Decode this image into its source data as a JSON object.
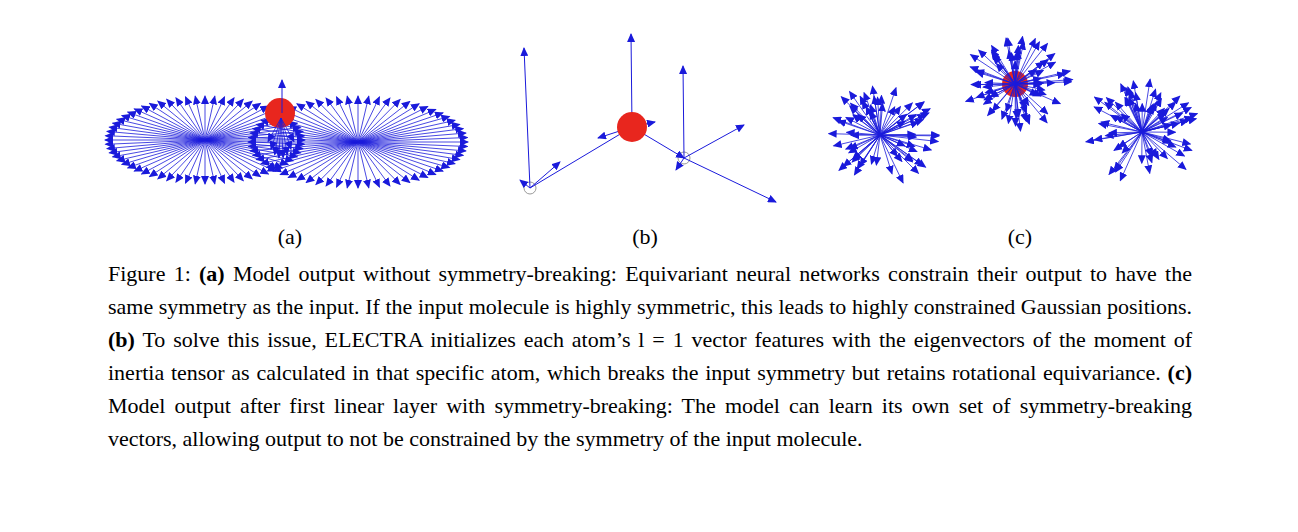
{
  "diagram": {
    "caption": "Figure 1: (a) Model output without symmetry-breaking: Equivariant neural networks constrain their output to have the same symmetry as the input. If the input molecule is highly symmetric, this leads to highly constrained Gaussian positions. (b) To solve this issue, ELECTRA initializes each atom’s l = 1 vector features with the eigenvectors of the moment of inertia tensor as calculated in that specific atom, which breaks the input symmetry but retains rotational equivariance. (c) Model output after first linear layer with symmetry-breaking: The model can learn its own set of symmetry-breaking vectors, allowing output to not be constrained by the symmetry of the input molecule.",
    "labels": [
      "(a)",
      "(b)",
      "(c)"
    ]
  }
}
